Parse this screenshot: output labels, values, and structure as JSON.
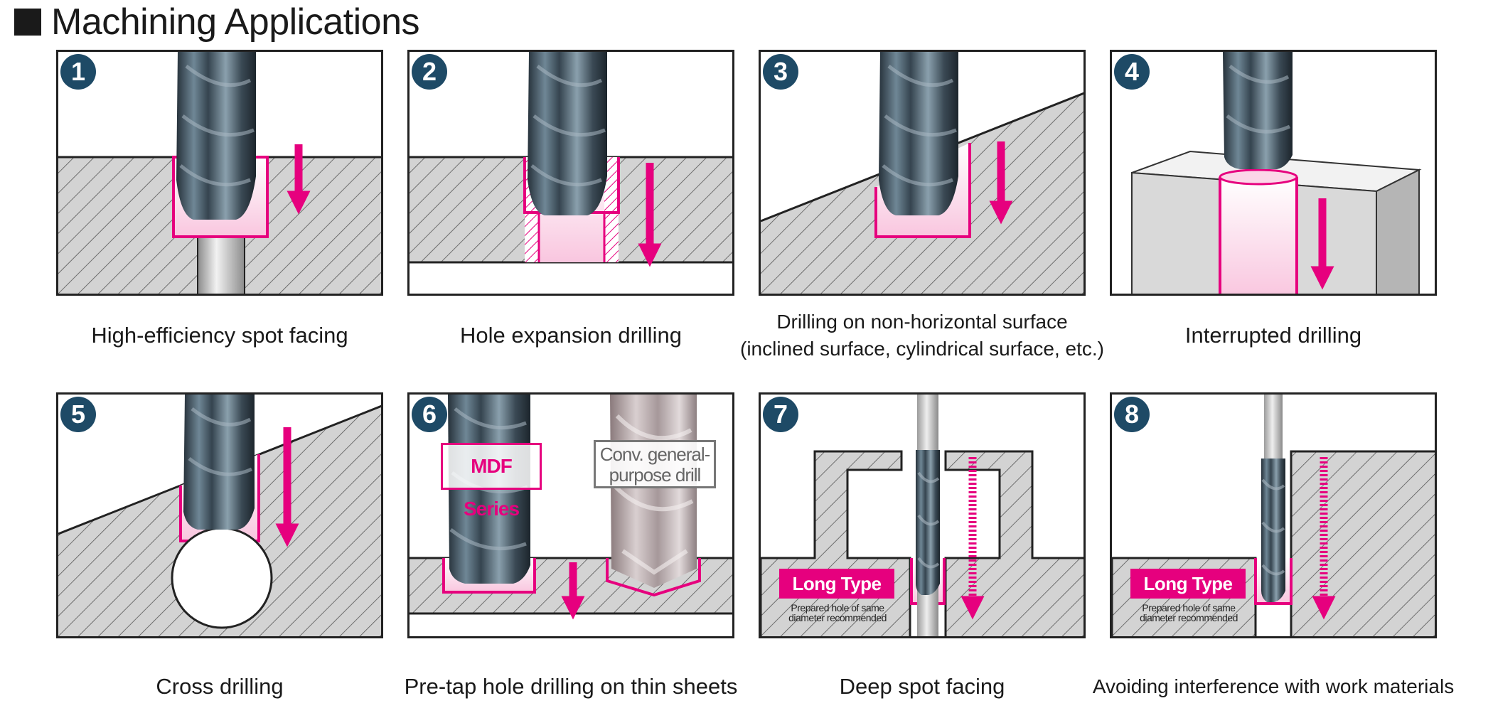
{
  "header": {
    "title": "Machining Applications"
  },
  "panels": [
    {
      "number": "1",
      "caption": "High-efficiency spot facing"
    },
    {
      "number": "2",
      "caption": "Hole expansion drilling"
    },
    {
      "number": "3",
      "caption_line1": "Drilling on non-horizontal surface",
      "caption_line2": "(inclined surface, cylindrical surface, etc.)"
    },
    {
      "number": "4",
      "caption": "Interrupted drilling"
    },
    {
      "number": "5",
      "caption": "Cross drilling"
    },
    {
      "number": "6",
      "caption": "Pre-tap hole drilling on thin sheets",
      "label_mdf": "MDF Series",
      "label_conv_line1": "Conv. general-",
      "label_conv_line2": "purpose drill"
    },
    {
      "number": "7",
      "caption": "Deep spot facing",
      "long_type": "Long Type",
      "note_line1": "Prepared hole of same",
      "note_line2": "diameter recommended"
    },
    {
      "number": "8",
      "caption": "Avoiding interference with work materials",
      "long_type": "Long Type",
      "note_line1": "Prepared hole of same",
      "note_line2": "diameter recommended"
    }
  ],
  "colors": {
    "accent": "#e6007e",
    "badge": "#1e4a66",
    "material": "#d3d3d3",
    "hatch": "#555555"
  }
}
